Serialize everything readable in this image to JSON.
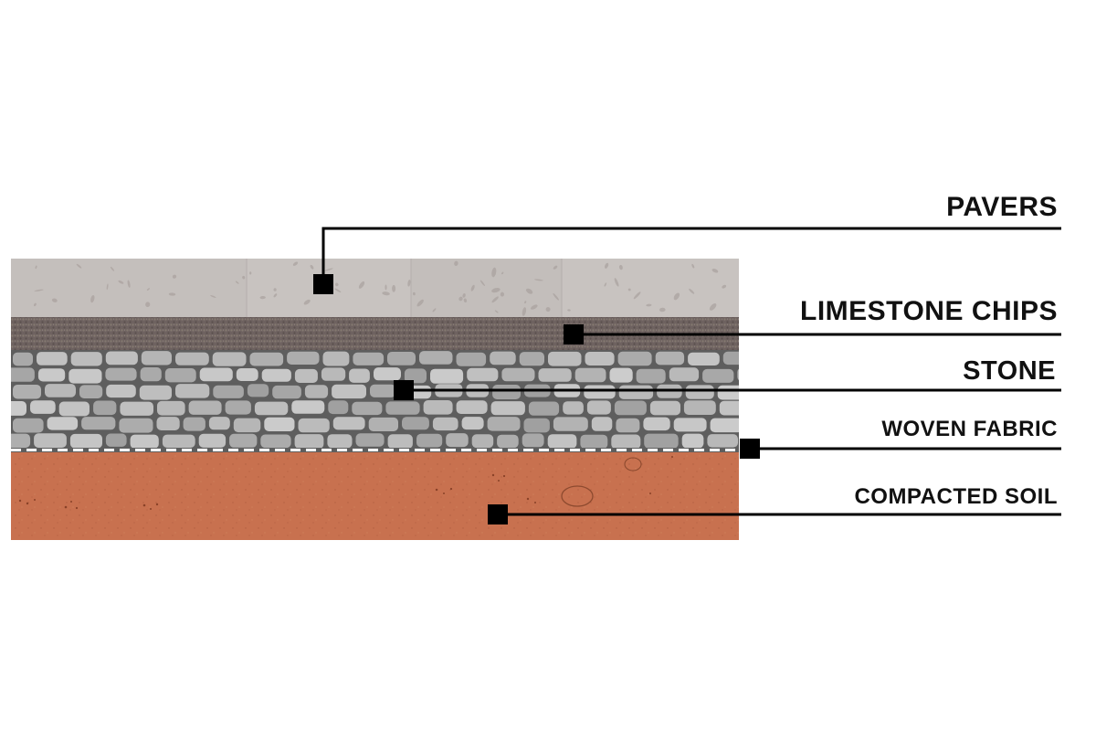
{
  "layers": [
    {
      "key": "pavers",
      "label": "PAVERS",
      "color": "#c8c3c0"
    },
    {
      "key": "limestone_chips",
      "label": "LIMESTONE CHIPS",
      "color": "#6e6260"
    },
    {
      "key": "stone",
      "label": "STONE",
      "color": "#9a9a9a"
    },
    {
      "key": "woven_fabric",
      "label": "WOVEN FABRIC",
      "color": "#ffffff"
    },
    {
      "key": "compacted_soil",
      "label": "COMPACTED SOIL",
      "color": "#c8714f"
    }
  ],
  "colors": {
    "leader_line": "#000000",
    "label_text": "#111111",
    "background": "#ffffff"
  }
}
